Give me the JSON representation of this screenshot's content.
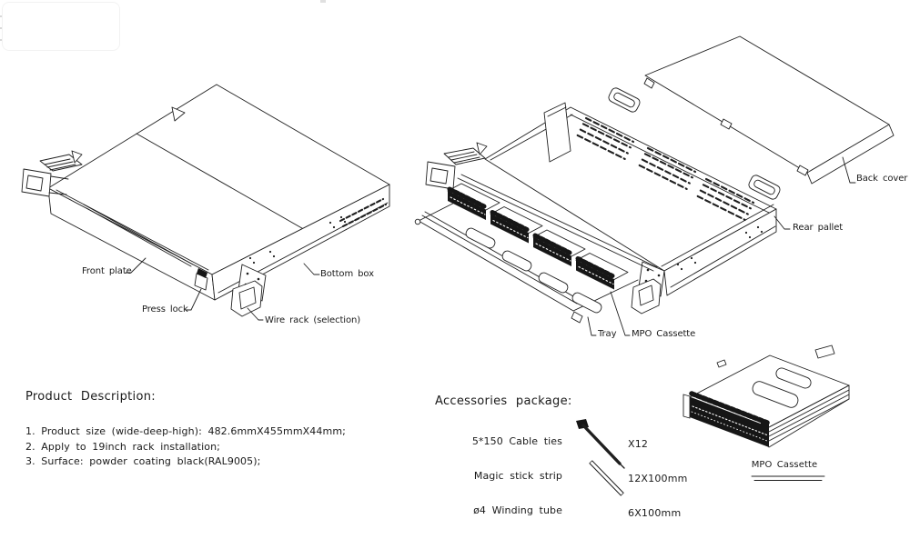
{
  "colors": {
    "background": "#ffffff",
    "line": "#1f1f1f",
    "connector_fill": "#161616",
    "ink": "#1a1a1a"
  },
  "left_drawing": {
    "labels": {
      "front_plate": "Front plate",
      "press_lock": "Press lock",
      "wire_rack": "Wire rack (selection)",
      "bottom_box": "Bottom box"
    }
  },
  "right_drawing": {
    "labels": {
      "back_cover": "Back cover",
      "rear_pallet": "Rear pallet",
      "tray": "Tray",
      "mpo_cassette": "MPO Cassette"
    }
  },
  "cassette_drawing": {
    "caption": "MPO Cassette"
  },
  "product_description": {
    "heading": "Product Description:",
    "items": [
      "1. Product size (wide-deep-high): 482.6mmX455mmX44mm;",
      "2. Apply to 19inch rack installation;",
      "3. Surface: powder coating black(RAL9005);"
    ]
  },
  "accessories": {
    "heading": "Accessories package:",
    "rows": [
      {
        "label": "5*150 Cable ties",
        "qty": "X12",
        "icon": "cable-tie-icon"
      },
      {
        "label": "Magic stick strip",
        "qty": "12X100mm",
        "icon": "magic-strip-icon"
      },
      {
        "label": "ø4 Winding tube",
        "qty": "6X100mm",
        "icon": "none"
      }
    ]
  }
}
